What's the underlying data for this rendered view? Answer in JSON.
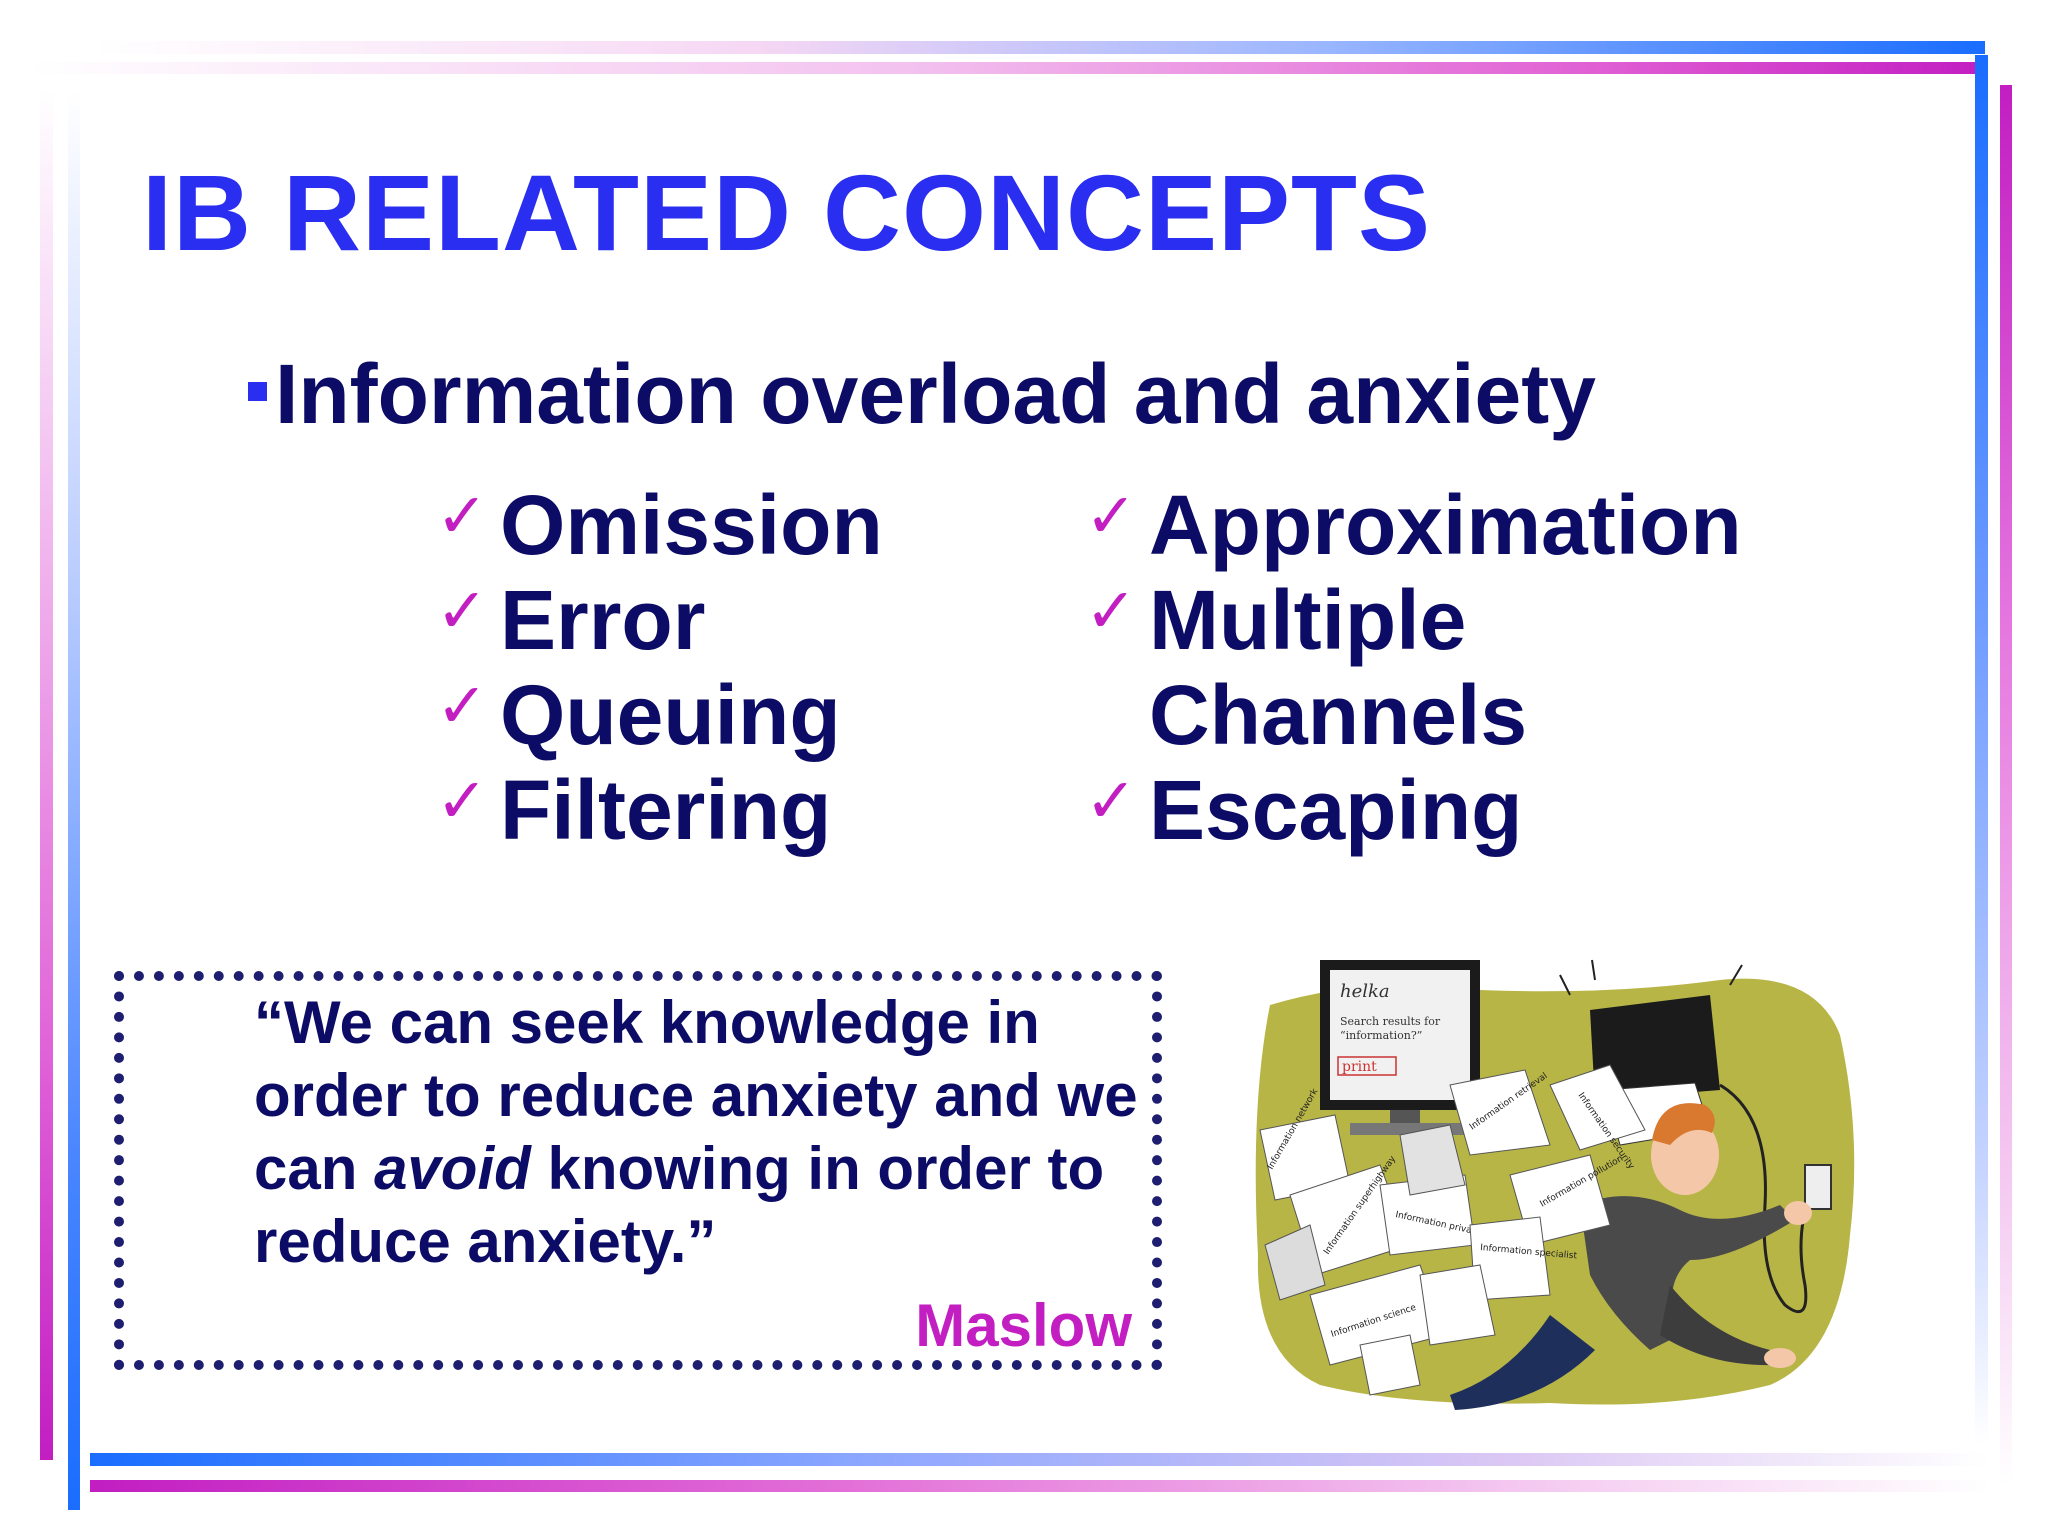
{
  "title": "IB RELATED CONCEPTS",
  "main_bullet": "Information overload and anxiety",
  "check_mark": "✓",
  "left_items": [
    "Omission",
    "Error",
    "Queuing",
    "Filtering"
  ],
  "right_items": [
    "Approximation",
    "Multiple Channels",
    "Escaping"
  ],
  "quote": {
    "before": "“We can seek knowledge in order to reduce anxiety and we can ",
    "emphasis": "avoid",
    "after": " knowing in order to reduce anxiety.”",
    "author": "Maslow"
  },
  "illustration": {
    "screen_title": "helka",
    "screen_line1": "Search results for",
    "screen_line2": "“information?”",
    "screen_button": "print",
    "paper_labels": [
      "Information network",
      "Information superhighway",
      "Information privacy",
      "Information retrieval",
      "Information security",
      "Information pollution",
      "Information specialist",
      "Information science"
    ]
  },
  "colors": {
    "title": "#2a2ef0",
    "text": "#0c0c66",
    "accent": "#c21ec2",
    "frame_blue": "#1a6dff",
    "frame_magenta": "#c21ec2"
  }
}
